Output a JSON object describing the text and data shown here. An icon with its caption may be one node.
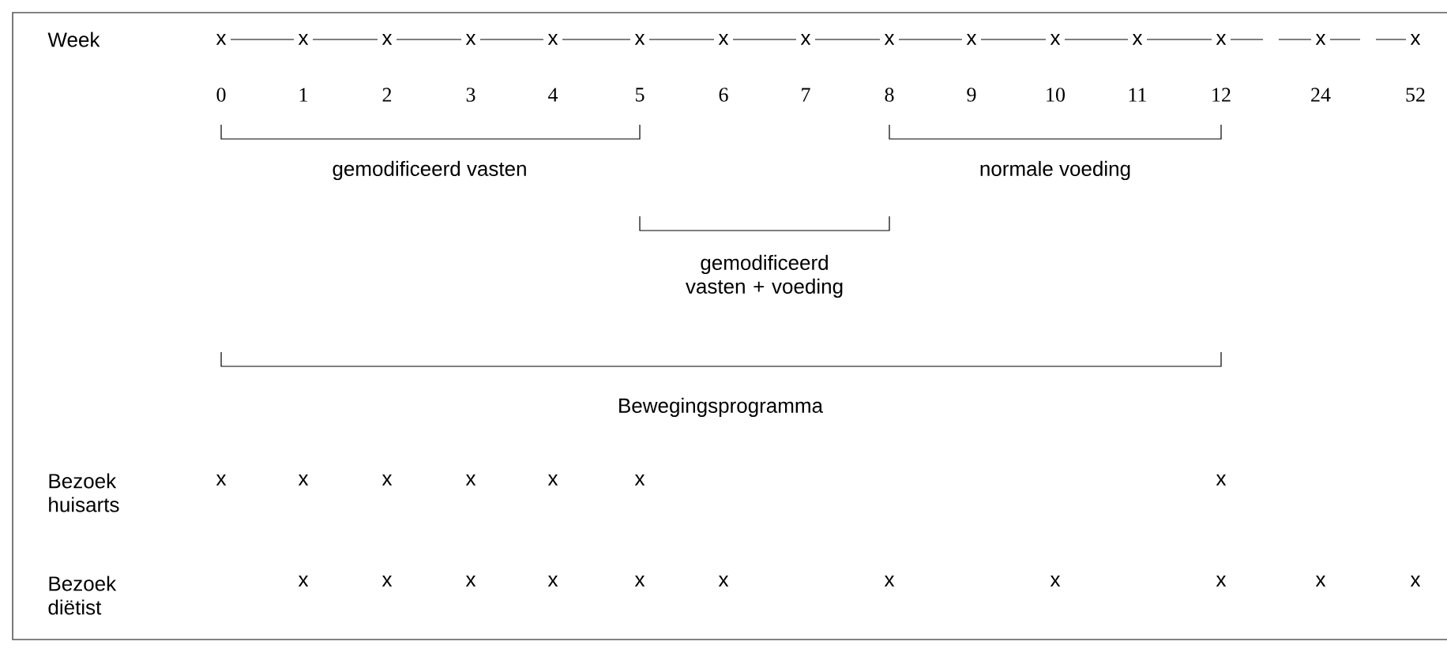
{
  "diagram": {
    "labels": [
      "Week",
      "x",
      "x",
      "x",
      "x",
      "x",
      "x",
      "x",
      "x",
      "x",
      "x",
      "x",
      "x",
      "x",
      "x",
      "x",
      "0",
      "1",
      "2",
      "3",
      "4",
      "5",
      "6",
      "7",
      "8",
      "9",
      "10",
      "11",
      "12",
      "24",
      "52",
      "gemodificeerd vasten",
      "normale voeding",
      "gemodificeerd vasten + voeding",
      "Bewegingsprogramma",
      "Bezoek huisarts",
      "x",
      "x",
      "x",
      "x",
      "x",
      "x",
      "x",
      "Bezoek diëtist",
      "x",
      "x",
      "x",
      "x",
      "x",
      "x",
      "x",
      "x",
      "x",
      "x",
      "x"
    ]
  }
}
